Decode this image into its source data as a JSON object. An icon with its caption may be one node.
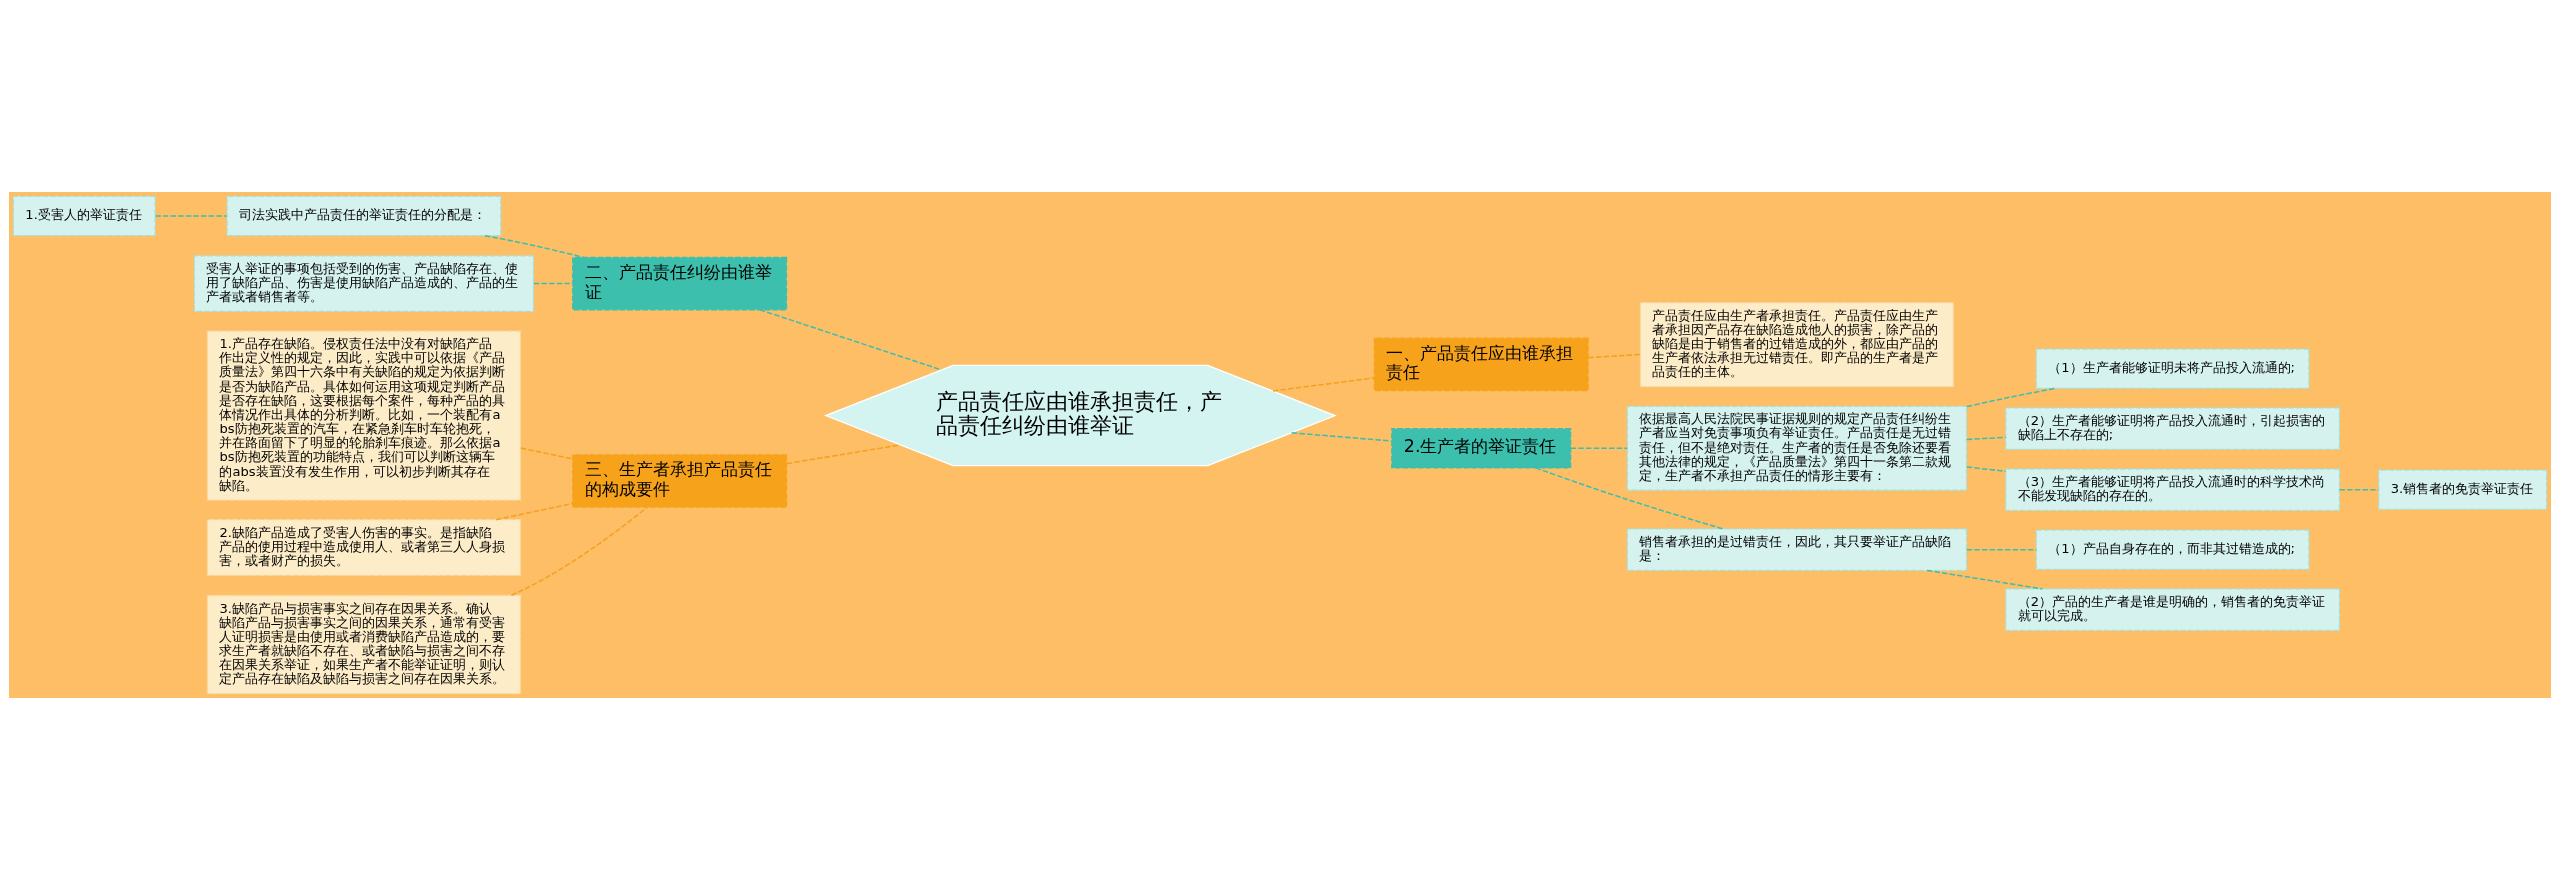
{
  "diagram": {
    "nodes": [
      {
        "text": [
          "产品责任应由谁承担责任，产品责任纠纷由谁举证"
        ]
      },
      {
        "text": [
          "一、产品责任应由谁承担责任"
        ]
      },
      {
        "text": [
          "产品责任应由生产者承担责任。产品责任应由生产者承担因产品存在缺陷造成他人的损害，除产品的缺陷是由于销售者的过错造成的外，都应由产品的生产者依法承担无过错责任。即产品的生产者是产品责任的主体。"
        ]
      },
      {
        "text": [
          "2.生产者的举证责任"
        ]
      },
      {
        "text": [
          "依据最高人民法院民事证据规则的规定产品责任纠纷生产者应当对免责事项负有举证责任。产品责任是无过错责任，但不是绝对责任。生产者的责任是否免除还要看其他法律的规定，《产品质量法》第四十一条第二款规定，生产者不承担产品责任的情形主要有："
        ]
      },
      {
        "text": [
          "（1）生产者能够证明未将产品投入流通的;"
        ]
      },
      {
        "text": [
          "（2）生产者能够证明将产品投入流通时，引起损害的缺陷上不存在的;"
        ]
      },
      {
        "text": [
          "（3）生产者能够证明将产品投入流通时的科学技术尚不能发现缺陷的存在的。"
        ]
      },
      {
        "text": [
          "3.销售者的免责举证责任"
        ]
      },
      {
        "text": [
          "销售者承担的是过错责任，因此，其只要举证产品缺陷是："
        ]
      },
      {
        "text": [
          "（1）产品自身存在的，而非其过错造成的;"
        ]
      },
      {
        "text": [
          "（2）产品的生产者是谁是明确的，销售者的免责举证就可以完成。"
        ]
      },
      {
        "text": [
          "二、产品责任纠纷由谁举证"
        ]
      },
      {
        "text": [
          "司法实践中产品责任的举证责任的分配是："
        ]
      },
      {
        "text": [
          "1.受害人的举证责任"
        ]
      },
      {
        "text": [
          "受害人举证的事项包括受到的伤害、产品缺陷存在、使用了缺陷产品、伤害是使用缺陷产品造成的、产品的生产者或者销售者等。"
        ]
      },
      {
        "text": [
          "三、生产者承担产品责任的构成要件"
        ]
      },
      {
        "text": [
          "1.产品存在缺陷。侵权责任法中没有对缺陷产品作出定义性的规定，因此，实践中可以依据《产品质量法》第四十六条中有关缺陷的规定为依据判断是否为缺陷产品。具体如何运用这项规定判断产品是否存在缺陷，这要根据每个案件，每种产品的具体情况作出具体的分析判断。比如，一个装配有abs防抱死装置的汽车，在紧急刹车时车轮抱死，并在路面留下了明显的轮胎刹车痕迹。那么依据abs防抱死装置的功能特点，我们可以判断这辆车的abs装置没有发生作用，可以初步判断其存在缺陷。"
        ]
      },
      {
        "text": [
          "2.缺陷产品造成了受害人伤害的事实。是指缺陷产品的使用过程中造成使用人、或者第三人人身损害，或者财产的损失。"
        ]
      },
      {
        "text": [
          "3.缺陷产品与损害事实之间存在因果关系。确认缺陷产品与损害事实之间的因果关系，通常有受害人证明损害是由使用或者消费缺陷产品造成的，要求生产者就缺陷不存在、或者缺陷与损害之间不存在因果关系举证，如果生产者不能举证证明，则认定产品存在缺陷及缺陷与损害之间存在因果关系。"
        ]
      }
    ],
    "edges": [
      {
        "from": 0,
        "to": 1,
        "arrow": "none",
        "style": "dashed",
        "color": "#f5a020"
      },
      {
        "from": 1,
        "to": 2,
        "arrow": "none",
        "style": "dashed",
        "color": "#f5a020"
      },
      {
        "from": 0,
        "to": 3,
        "arrow": "none",
        "style": "dashed"
      },
      {
        "from": 3,
        "to": 4,
        "arrow": "none",
        "style": "dashed"
      },
      {
        "from": 4,
        "to": 5,
        "arrow": "none",
        "style": "dashed"
      },
      {
        "from": 4,
        "to": 6,
        "arrow": "none",
        "style": "dashed"
      },
      {
        "from": 4,
        "to": 7,
        "arrow": "none",
        "style": "dashed"
      },
      {
        "from": 7,
        "to": 8,
        "arrow": "none",
        "style": "dashed"
      },
      {
        "from": 3,
        "to": 9,
        "arrow": "none",
        "style": "dashed"
      },
      {
        "from": 9,
        "to": 10,
        "arrow": "none",
        "style": "dashed"
      },
      {
        "from": 9,
        "to": 11,
        "arrow": "none",
        "style": "dashed"
      },
      {
        "from": 12,
        "to": 0,
        "arrow": "none",
        "style": "dashed"
      },
      {
        "from": 13,
        "to": 12,
        "arrow": "none",
        "style": "dashed"
      },
      {
        "from": 14,
        "to": 13,
        "arrow": "none",
        "style": "dashed"
      },
      {
        "from": 15,
        "to": 12,
        "arrow": "none",
        "style": "dashed"
      },
      {
        "from": 16,
        "to": 0,
        "arrow": "none",
        "style": "dashed",
        "color": "#f5a020"
      },
      {
        "from": 17,
        "to": 16,
        "arrow": "none",
        "style": "dashed",
        "color": "#f5a020"
      },
      {
        "from": 18,
        "to": 16,
        "arrow": "none",
        "style": "dashed",
        "color": "#f5a020"
      },
      {
        "from": 19,
        "to": 16,
        "arrow": "none",
        "style": "dashed",
        "color": "#f5a020"
      }
    ]
  }
}
